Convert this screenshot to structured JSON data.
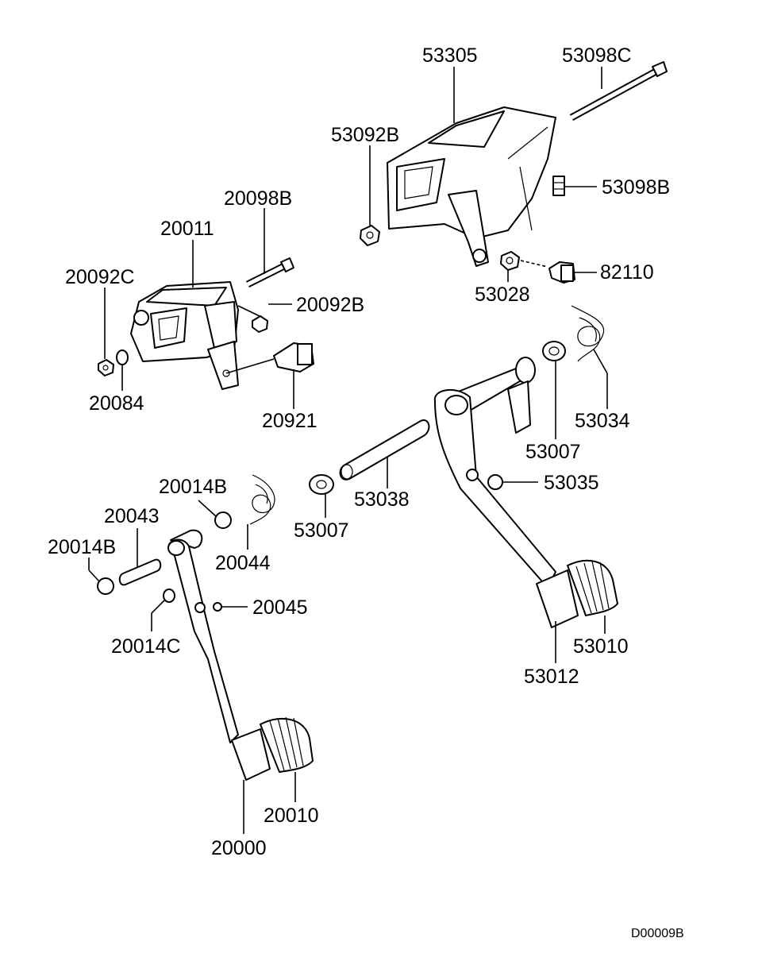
{
  "labels": {
    "l53305": "53305",
    "l53098C": "53098C",
    "l53092B": "53092B",
    "l53098B": "53098B",
    "l82110": "82110",
    "l53028": "53028",
    "l20098B": "20098B",
    "l20011": "20011",
    "l20092C": "20092C",
    "l20092B": "20092B",
    "l20084": "20084",
    "l20921": "20921",
    "l53034": "53034",
    "l53007a": "53007",
    "l53035": "53035",
    "l53038": "53038",
    "l53007b": "53007",
    "l20014Ba": "20014B",
    "l20043": "20043",
    "l20044": "20044",
    "l20014Bb": "20014B",
    "l20045": "20045",
    "l20014C": "20014C",
    "l53010": "53010",
    "l53012": "53012",
    "l20010": "20010",
    "l20000": "20000"
  },
  "diagram_ref": "D00009B"
}
